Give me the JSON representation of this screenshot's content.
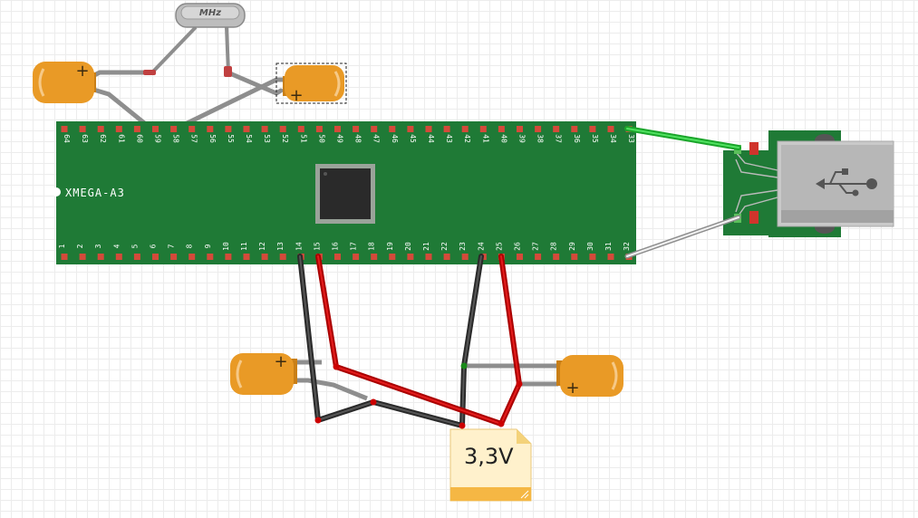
{
  "board": {
    "label": "XMEGA-A3",
    "pins_top": [
      "64",
      "63",
      "62",
      "61",
      "60",
      "59",
      "58",
      "57",
      "56",
      "55",
      "54",
      "53",
      "52",
      "51",
      "50",
      "49",
      "48",
      "47",
      "46",
      "45",
      "44",
      "43",
      "42",
      "41",
      "40",
      "39",
      "38",
      "37",
      "36",
      "35",
      "34",
      "33"
    ],
    "pins_bottom": [
      "1",
      "2",
      "3",
      "4",
      "5",
      "6",
      "7",
      "8",
      "9",
      "10",
      "11",
      "12",
      "13",
      "14",
      "15",
      "16",
      "17",
      "18",
      "19",
      "20",
      "21",
      "22",
      "23",
      "24",
      "25",
      "26",
      "27",
      "28",
      "29",
      "30",
      "31",
      "32"
    ]
  },
  "crystal": {
    "label": "MHz"
  },
  "note": {
    "text": "3,3V"
  },
  "colors": {
    "board": "#1f7a36",
    "cap": "#e99a26",
    "wire_gray": "#8e8e8e",
    "wire_red": "#cc0000",
    "wire_black": "#2a2a2a",
    "wire_green": "#22c233"
  }
}
